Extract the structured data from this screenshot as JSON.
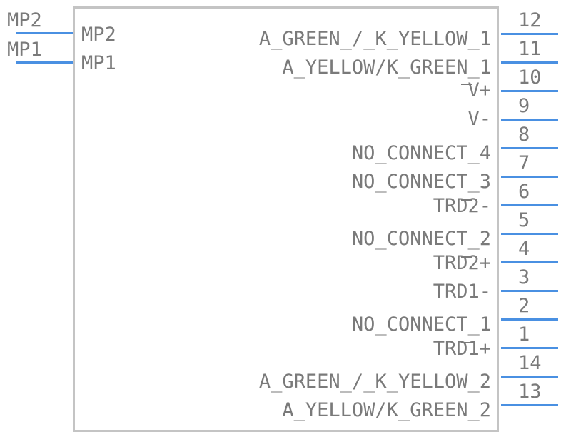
{
  "component": {
    "left_pins": [
      {
        "number": "MP2",
        "label": "MP2"
      },
      {
        "number": "MP1",
        "label": "MP1"
      }
    ],
    "right_pins": [
      {
        "number": "12",
        "label": "A_GREEN_/_K_YELLOW_1"
      },
      {
        "number": "11",
        "label": "A_YELLOW/K_GREEN_1"
      },
      {
        "number": "10",
        "label": "V+"
      },
      {
        "number": "9",
        "label": "V-"
      },
      {
        "number": "8",
        "label": "NO_CONNECT_4"
      },
      {
        "number": "7",
        "label": "NO_CONNECT_3"
      },
      {
        "number": "6",
        "label": "TRD2-"
      },
      {
        "number": "5",
        "label": "NO_CONNECT_2"
      },
      {
        "number": "4",
        "label": "TRD2+"
      },
      {
        "number": "3",
        "label": "TRD1-"
      },
      {
        "number": "2",
        "label": "NO_CONNECT_1"
      },
      {
        "number": "1",
        "label": "TRD1+"
      },
      {
        "number": "14",
        "label": "A_GREEN_/_K_YELLOW_2"
      },
      {
        "number": "13",
        "label": "A_YELLOW/K_GREEN_2"
      }
    ]
  },
  "colors": {
    "body_outline": "#c4c4c4",
    "pin_line": "#4a90e2",
    "text": "#7a7a7a"
  }
}
